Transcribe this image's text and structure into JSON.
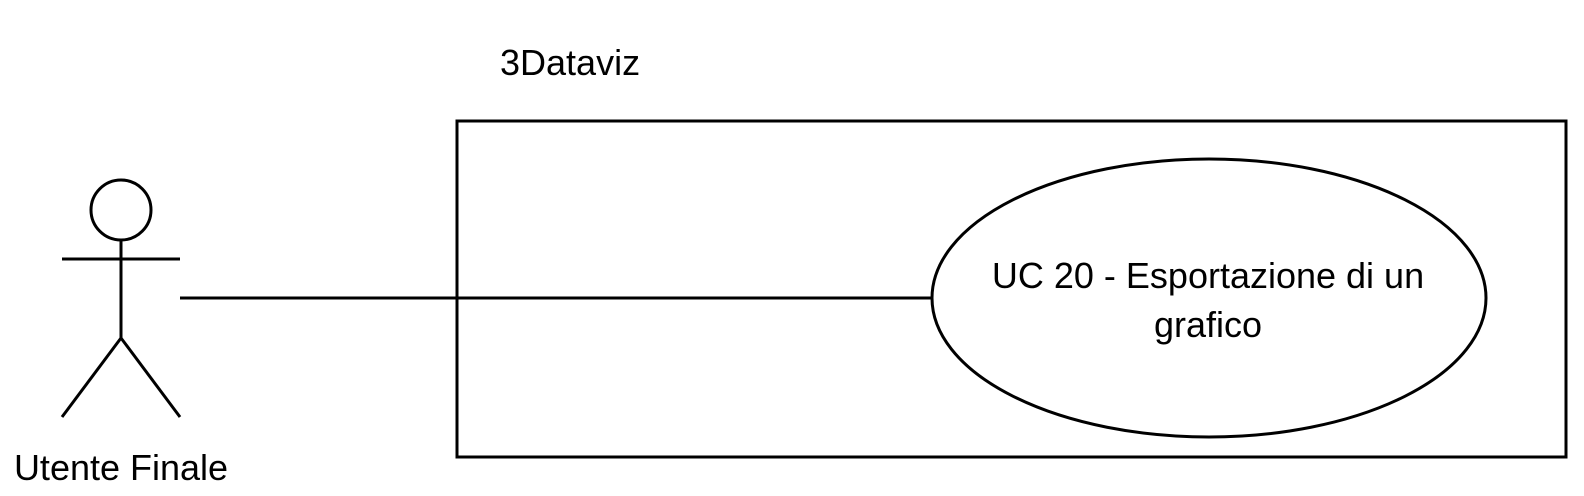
{
  "diagram": {
    "system_name": "3Dataviz",
    "actor": {
      "name": "Utente Finale"
    },
    "use_case": {
      "line1": "UC 20 - Esportazione di un",
      "line2": "grafico"
    }
  },
  "colors": {
    "stroke": "#000000",
    "background": "#ffffff"
  }
}
